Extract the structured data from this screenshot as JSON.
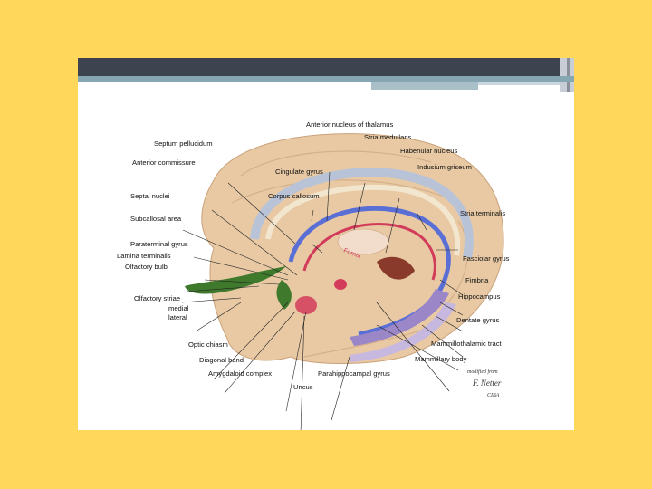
{
  "colors": {
    "background": "#FFD75A",
    "slide": "#ffffff",
    "title_bar": "#3d4450",
    "accent_band": "#86a6b1",
    "brain_tissue": "#e8c9a4",
    "fornix": "#5a6fd6",
    "cingulum": "#b9c3d8",
    "olfactory": "#3f7a2c",
    "red_structures": "#d23c5a",
    "hippocampus": "#9b86c8"
  },
  "diagram": {
    "fornix_label": "Fornix",
    "labels": {
      "anterior_nucleus_thalamus": "Anterior nucleus of thalamus",
      "stria_medullaris": "Stria medullaris",
      "septum_pellucidum": "Septum pellucidum",
      "habenular_nucleus": "Habenular nucleus",
      "anterior_commissure": "Anterior commissure",
      "indusium_griseum": "Indusium griseum",
      "cingulate_gyrus": "Cingulate gyrus",
      "septal_nuclei": "Septal nuclei",
      "corpus_callosum": "Corpus callosum",
      "stria_terminalis": "Stria terminalis",
      "subcallosal_area": "Subcallosal area",
      "paraterminal_gyrus": "Paraterminal gyrus",
      "fasciolar_gyrus": "Fasciolar gyrus",
      "lamina_terminalis": "Lamina terminalis",
      "olfactory_bulb": "Olfactory bulb",
      "fimbria": "Fimbria",
      "olfactory_striae": "Olfactory striae",
      "hippocampus": "Hippocampus",
      "medial": "medial",
      "lateral": "lateral",
      "dentate_gyrus": "Dentate gyrus",
      "mammillothalamic_tract": "Mammillothalamic tract",
      "optic_chiasm": "Optic chiasm",
      "mammillary_body": "Mammillary body",
      "diagonal_band": "Diagonal band",
      "amygdaloid_complex": "Amygdaloid complex",
      "parahippocampal_gyrus": "Parahippocampal gyrus",
      "uncus": "Uncus"
    },
    "signature": {
      "line1": "modified from",
      "line2": "F. Netter",
      "line3": "CIBA"
    }
  }
}
